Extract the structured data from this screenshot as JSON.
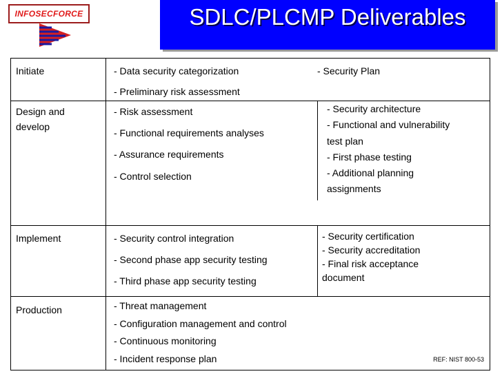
{
  "logo": {
    "text": "INFOSECFORCE"
  },
  "title": "SDLC/PLCMP Deliverables",
  "rows": [
    {
      "phase": "Initiate",
      "middle": [
        "-  Data security categorization",
        "-  Preliminary risk assessment"
      ],
      "right": [
        "-  Security Plan"
      ]
    },
    {
      "phase_lines": [
        "Design and",
        "develop"
      ],
      "middle": [
        "-  Risk assessment",
        "-  Functional requirements analyses",
        "-  Assurance requirements",
        "-  Control selection"
      ],
      "right": [
        "-  Security architecture",
        "-  Functional and vulnerability",
        "test plan",
        "-  First phase testing",
        "-  Additional planning",
        "assignments"
      ]
    },
    {
      "phase": "Implement",
      "middle": [
        "-  Security control integration",
        "-  Second phase app security testing",
        "-  Third phase app security testing"
      ],
      "right": [
        "-  Security certification",
        "-  Security accreditation",
        "-  Final risk acceptance",
        "document"
      ]
    },
    {
      "phase": "Production",
      "middle": [
        "-  Threat management",
        "-  Configuration management and control",
        "-  Continuous monitoring",
        "-  Incident response plan"
      ]
    }
  ],
  "reference": "REF:  NIST 800-53",
  "colors": {
    "title_band": "#0000ff",
    "logo_red": "#e01a1a",
    "logo_border": "#9b1b1b"
  }
}
